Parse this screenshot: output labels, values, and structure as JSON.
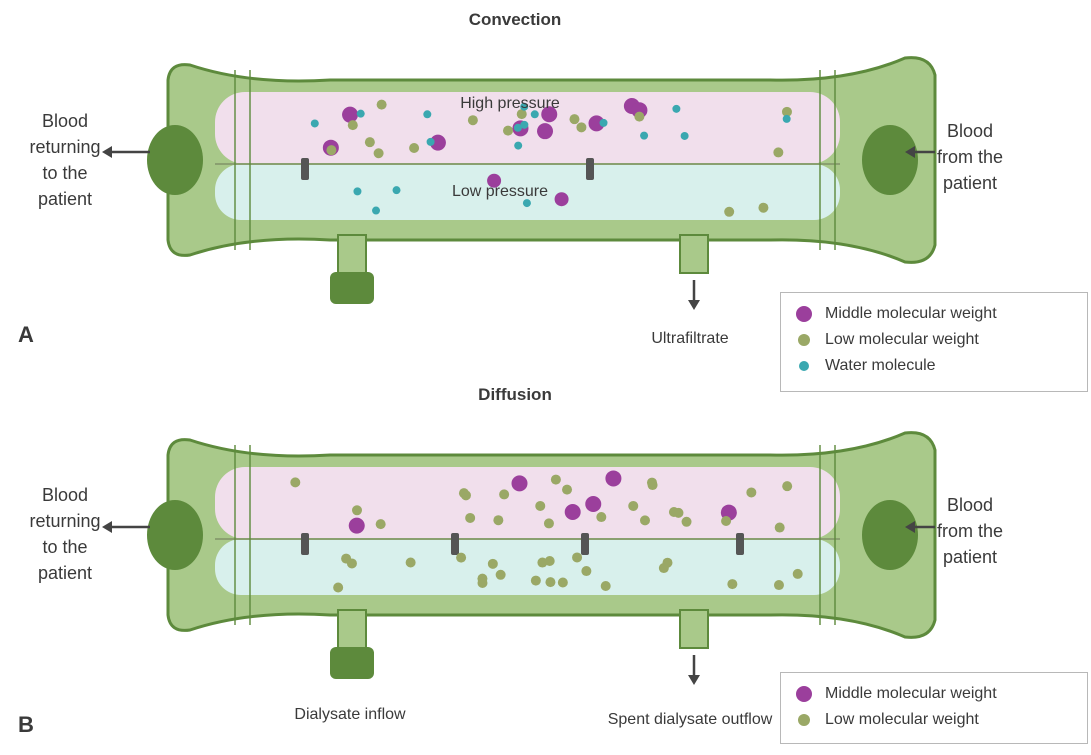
{
  "panels": [
    {
      "id": "A",
      "title": "Convection",
      "letter": "A",
      "left_label": [
        "Blood",
        "returning",
        "to the",
        "patient"
      ],
      "right_label": [
        "Blood",
        "from the",
        "patient"
      ],
      "high_pressure_label": "High pressure",
      "low_pressure_label": "Low pressure",
      "outlet_label": "Ultrafiltrate",
      "inlet_label": "",
      "legend": [
        {
          "type": "middle",
          "label": "Middle molecular weight"
        },
        {
          "type": "low",
          "label": "Low molecular weight"
        },
        {
          "type": "water",
          "label": "Water molecule"
        }
      ]
    },
    {
      "id": "B",
      "title": "Diffusion",
      "letter": "B",
      "left_label": [
        "Blood",
        "returning",
        "to the",
        "patient"
      ],
      "right_label": [
        "Blood",
        "from the",
        "patient"
      ],
      "high_pressure_label": "",
      "low_pressure_label": "",
      "inlet_label": "Dialysate inflow",
      "outlet_label": "Spent dialysate outflow",
      "legend": [
        {
          "type": "middle",
          "label": "Middle molecular weight"
        },
        {
          "type": "low",
          "label": "Low molecular weight"
        }
      ]
    }
  ],
  "colors": {
    "shell": "#a9c98a",
    "shell_dark": "#5d8a3c",
    "blood_compartment": "#f1dfec",
    "dialysate_compartment": "#d8f0ec",
    "middle_molecule": "#9b3f9c",
    "low_molecule": "#9aa866",
    "water_molecule": "#3aa8b0"
  }
}
